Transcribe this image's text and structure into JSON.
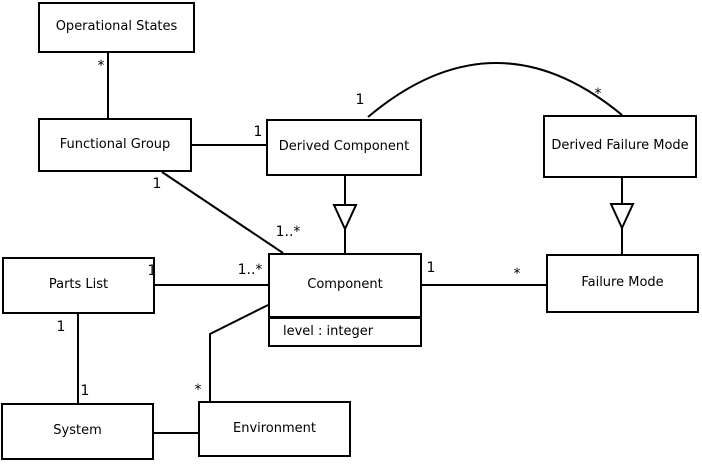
{
  "diagram": {
    "type": "uml-class-diagram",
    "nodes": {
      "operational_states": {
        "label": "Operational States"
      },
      "functional_group": {
        "label": "Functional Group"
      },
      "derived_component": {
        "label": "Derived Component"
      },
      "derived_failure_mode": {
        "label": "Derived Failure Mode"
      },
      "parts_list": {
        "label": "Parts List"
      },
      "component": {
        "label": "Component",
        "attribute": "level : integer"
      },
      "failure_mode": {
        "label": "Failure Mode"
      },
      "system": {
        "label": "System"
      },
      "environment": {
        "label": "Environment"
      }
    },
    "multiplicities": {
      "star_operational_states": "*",
      "one_functional_group_bottom": "1",
      "one_derived_component_left": "1",
      "one_arc_derived_component": "1",
      "star_arc_derived_failure_mode": "*",
      "many_component_top": "1..*",
      "many_component_left": "1..*",
      "one_parts_list_right": "1",
      "one_component_right": "1",
      "star_failure_mode_left": "*",
      "one_parts_list_bottom": "1",
      "one_system_top": "1",
      "star_environment_top": "*"
    },
    "colors": {
      "line": "#000000",
      "box_border": "#000000",
      "box_fill": "#ffffff",
      "background": "#ffffff",
      "text": "#000000"
    }
  }
}
